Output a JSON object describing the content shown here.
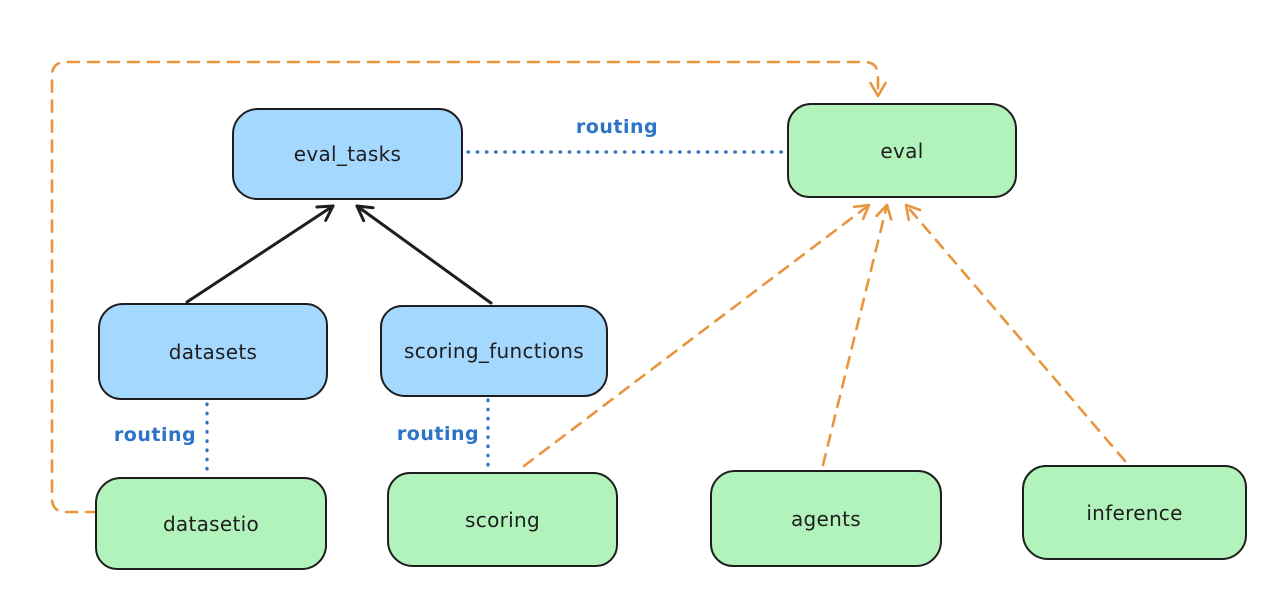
{
  "colors": {
    "background": "#ffffff",
    "node-border": "#1e1e1e",
    "node-blue-fill": "#a5d8ff",
    "node-green-fill": "#b2f2bb",
    "arrow-black": "#1e1e1e",
    "arrow-orange": "#e8953e",
    "routing-blue": "#2b74c8",
    "text-color": "#1e1e1e"
  },
  "nodes": {
    "eval_tasks": {
      "label": "eval_tasks",
      "fill": "blue"
    },
    "eval": {
      "label": "eval",
      "fill": "green"
    },
    "datasets": {
      "label": "datasets",
      "fill": "blue"
    },
    "scoring_functions": {
      "label": "scoring_functions",
      "fill": "blue"
    },
    "datasetio": {
      "label": "datasetio",
      "fill": "green"
    },
    "scoring": {
      "label": "scoring",
      "fill": "green"
    },
    "agents": {
      "label": "agents",
      "fill": "green"
    },
    "inference": {
      "label": "inference",
      "fill": "green"
    }
  },
  "edge_labels": {
    "eval_tasks_eval": "routing",
    "datasets_datasetio": "routing",
    "scoring_functions_scoring": "routing"
  },
  "edges": [
    {
      "from": "datasets",
      "to": "eval_tasks",
      "style": "solid-black-arrow"
    },
    {
      "from": "scoring_functions",
      "to": "eval_tasks",
      "style": "solid-black-arrow"
    },
    {
      "from": "eval_tasks",
      "to": "eval",
      "style": "blue-dotted",
      "label": "routing"
    },
    {
      "from": "datasets",
      "to": "datasetio",
      "style": "blue-dotted",
      "label": "routing"
    },
    {
      "from": "scoring_functions",
      "to": "scoring",
      "style": "blue-dotted",
      "label": "routing"
    },
    {
      "from": "datasetio",
      "to": "eval",
      "style": "orange-dashed-arrow",
      "route": "left-and-over-top"
    },
    {
      "from": "scoring",
      "to": "eval",
      "style": "orange-dashed-arrow"
    },
    {
      "from": "agents",
      "to": "eval",
      "style": "orange-dashed-arrow"
    },
    {
      "from": "inference",
      "to": "eval",
      "style": "orange-dashed-arrow"
    }
  ]
}
